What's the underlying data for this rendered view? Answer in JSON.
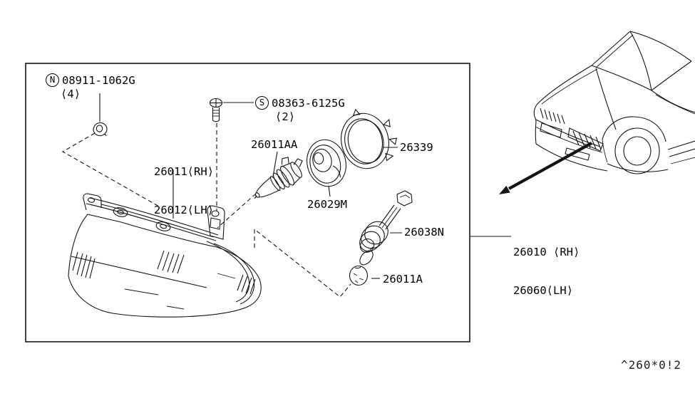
{
  "page": {
    "background": "#ffffff",
    "ink": "#000000"
  },
  "parts_box": {
    "fasteners": {
      "nut": {
        "symbol": "N",
        "part_number": "08911-1062G",
        "quantity": "⟨4⟩"
      },
      "screw": {
        "symbol": "S",
        "part_number": "08363-6125G",
        "quantity": "⟨2⟩"
      }
    },
    "labels": {
      "housing_rh": "26011⟨RH⟩",
      "housing_lh": "26012⟨LH⟩",
      "headlamp_bulb": "26011AA",
      "retaining_ring": "26339",
      "seal": "26029M",
      "socket": "26038N",
      "side_bulb": "26011A"
    }
  },
  "assembly_callout": {
    "rh": "26010 ⟨RH⟩",
    "lh": "26060⟨LH⟩"
  },
  "footer": {
    "code": "^260*0!2"
  }
}
